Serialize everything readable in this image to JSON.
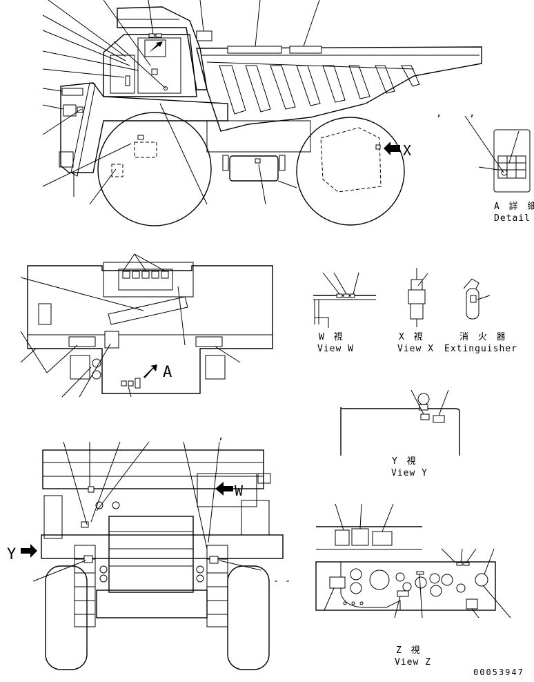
{
  "detail_a": {
    "label_jp": "A 詳 細",
    "label_en": "Detail A"
  },
  "view_w": {
    "label_jp": "W 視",
    "label_en": "View W"
  },
  "view_x": {
    "label_jp": "X 視",
    "label_en": "View X"
  },
  "extinguisher": {
    "label_jp": "消 火 器",
    "label_en": "Extinguisher"
  },
  "view_y": {
    "label_jp": "Y 視",
    "label_en": "View Y"
  },
  "view_z": {
    "label_jp": "Z 視",
    "label_en": "View Z"
  },
  "callouts": {
    "x": "X",
    "a": "A",
    "w": "W",
    "y": "Y"
  },
  "drawing_number": "00053947"
}
